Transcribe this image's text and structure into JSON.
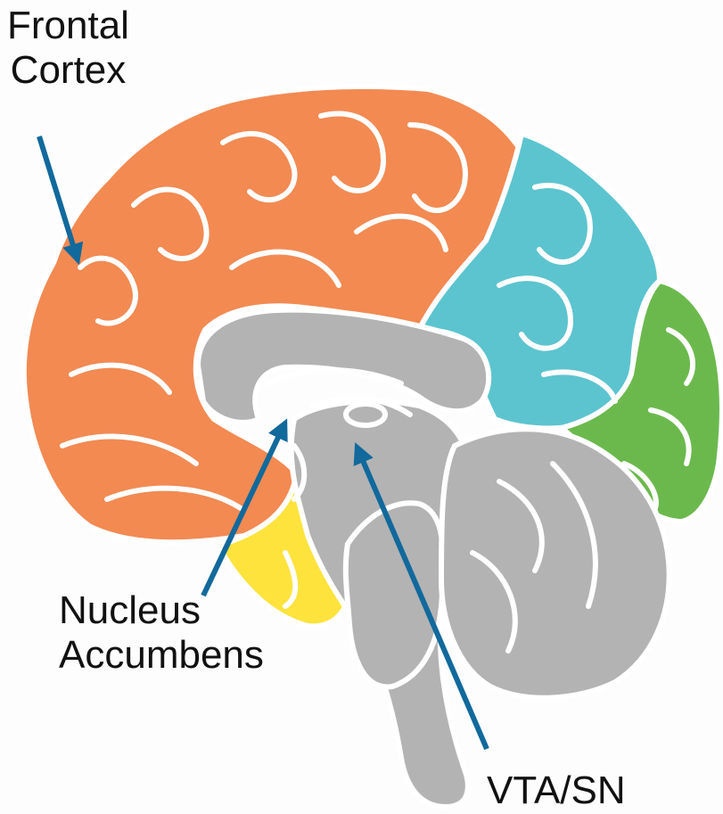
{
  "labels": {
    "frontal_cortex": [
      "Frontal",
      "Cortex"
    ],
    "nucleus_accumbens": [
      "Nucleus",
      "Accumbens"
    ],
    "vta_sn": "VTA/SN"
  },
  "colors": {
    "frontal_lobe": "#f28a52",
    "parietal_lobe": "#5cc4cf",
    "occipital_lobe": "#6bb94d",
    "temporal_region": "#fde33c",
    "midbrain_structures": "#b3b3b3",
    "arrow": "#11699c",
    "outline": "#ffffff"
  }
}
